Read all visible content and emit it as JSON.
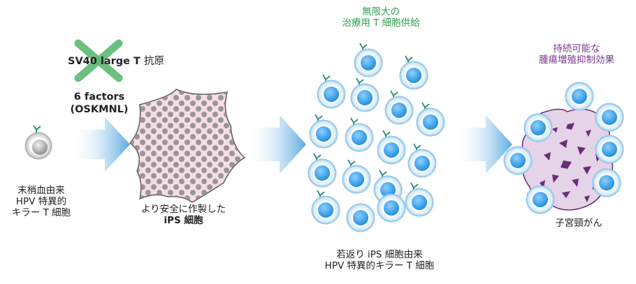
{
  "labels": {
    "source_cell": [
      "末梢血由来",
      "HPV 特異的",
      "キラー T 細胞"
    ],
    "factors": [
      "6 factors",
      "(OSKMNL)"
    ],
    "sv40": "SV40 large T",
    "sv40_suffix": "抗原",
    "ips_cell": [
      "より安全に作製した",
      "iPS 細胞"
    ],
    "supply": [
      "無限大の",
      "治療用 T 細胞供給"
    ],
    "t_cells": [
      "若返り iPS 細胞由来",
      "HPV 特異的キラー T 細胞"
    ],
    "effect": [
      "持続可能な",
      "腫瘍増殖抑制効果"
    ],
    "tumor": "子宮頸がん"
  },
  "colors": {
    "arrow": "#5aa9e0",
    "t_cell_nucleus": "#1f8fe0",
    "cross": "#5cba72",
    "ips_fill": "#f6dde6",
    "tumor_fill": "#e5d3e8",
    "tumor_dots": "#6a2d78",
    "green_text": "#2e9e52",
    "purple_text": "#7a3b8c"
  },
  "icons": [
    "t-cell-icon",
    "arrow-right-icon",
    "ips-cell-icon",
    "tumor-cell-icon",
    "cross-mark-icon"
  ]
}
